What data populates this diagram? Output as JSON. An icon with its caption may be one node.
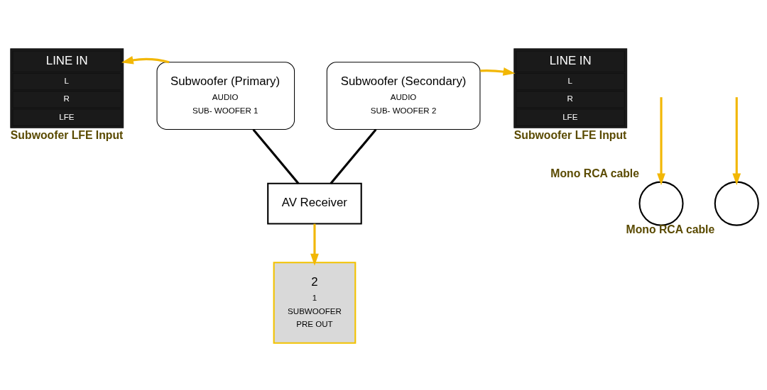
{
  "diagram": {
    "nodes": [
      {
        "text": [
          "Subwoofer (Primary)",
          "AUDIO",
          "SUB- WOOFER 1"
        ]
      },
      {
        "text": [
          "LINE IN",
          "L",
          "R",
          "LFE"
        ],
        "beside": [
          "Subwoofer LFE Input"
        ]
      },
      {
        "text": [
          "Subwoofer (Secondary)",
          "AUDIO",
          "SUB- WOOFER 2"
        ]
      },
      {
        "text": [
          "LINE IN",
          "L",
          "R",
          "LFE"
        ],
        "beside": [
          "Subwoofer LFE Input"
        ]
      },
      {
        "text": [],
        "shape": "circle",
        "beside": [
          "Mono RCA cable"
        ]
      },
      {
        "text": [],
        "shape": "circle",
        "beside": [
          "Mono RCA cable"
        ]
      },
      {
        "text": [
          "AV Receiver"
        ]
      },
      {
        "text": [
          "2",
          "1",
          "SUBWOOFER",
          "PRE OUT"
        ]
      }
    ],
    "edges": [
      {
        "from": 0,
        "to": 1,
        "arrow": "to"
      },
      {
        "from": 2,
        "to": 3,
        "arrow": "to"
      },
      {
        "from": 0,
        "to": 6,
        "arrow": "none",
        "color": "#000000"
      },
      {
        "from": 2,
        "to": 6,
        "arrow": "none",
        "color": "#000000"
      },
      {
        "from": null,
        "to": 4,
        "arrow": "to"
      },
      {
        "from": null,
        "to": 5,
        "arrow": "to"
      },
      {
        "from": 6,
        "to": 7,
        "arrow": "to"
      }
    ]
  }
}
